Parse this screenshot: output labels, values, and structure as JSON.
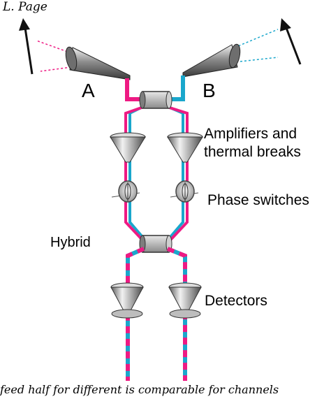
{
  "credit": "L. Page",
  "horn_labels": {
    "a": "A",
    "b": "B"
  },
  "component_labels": {
    "amplifiers_line1": "Amplifiers and",
    "amplifiers_line2": "thermal breaks",
    "phase_switches": "Phase switches",
    "hybrid": "Hybrid",
    "detectors": "Detectors"
  },
  "caption": "feed half for different is comparable for channels",
  "colors": {
    "channel_a": "#ee1a83",
    "channel_b": "#1aa7cc",
    "component_body": "#a8a8a8",
    "component_dark": "#4a4a4a",
    "arrow": "#111111"
  },
  "icons": [
    "feed-horn",
    "amplifier-cone",
    "phase-switch-disk",
    "hybrid-coupler",
    "detector",
    "sky-arrow"
  ]
}
